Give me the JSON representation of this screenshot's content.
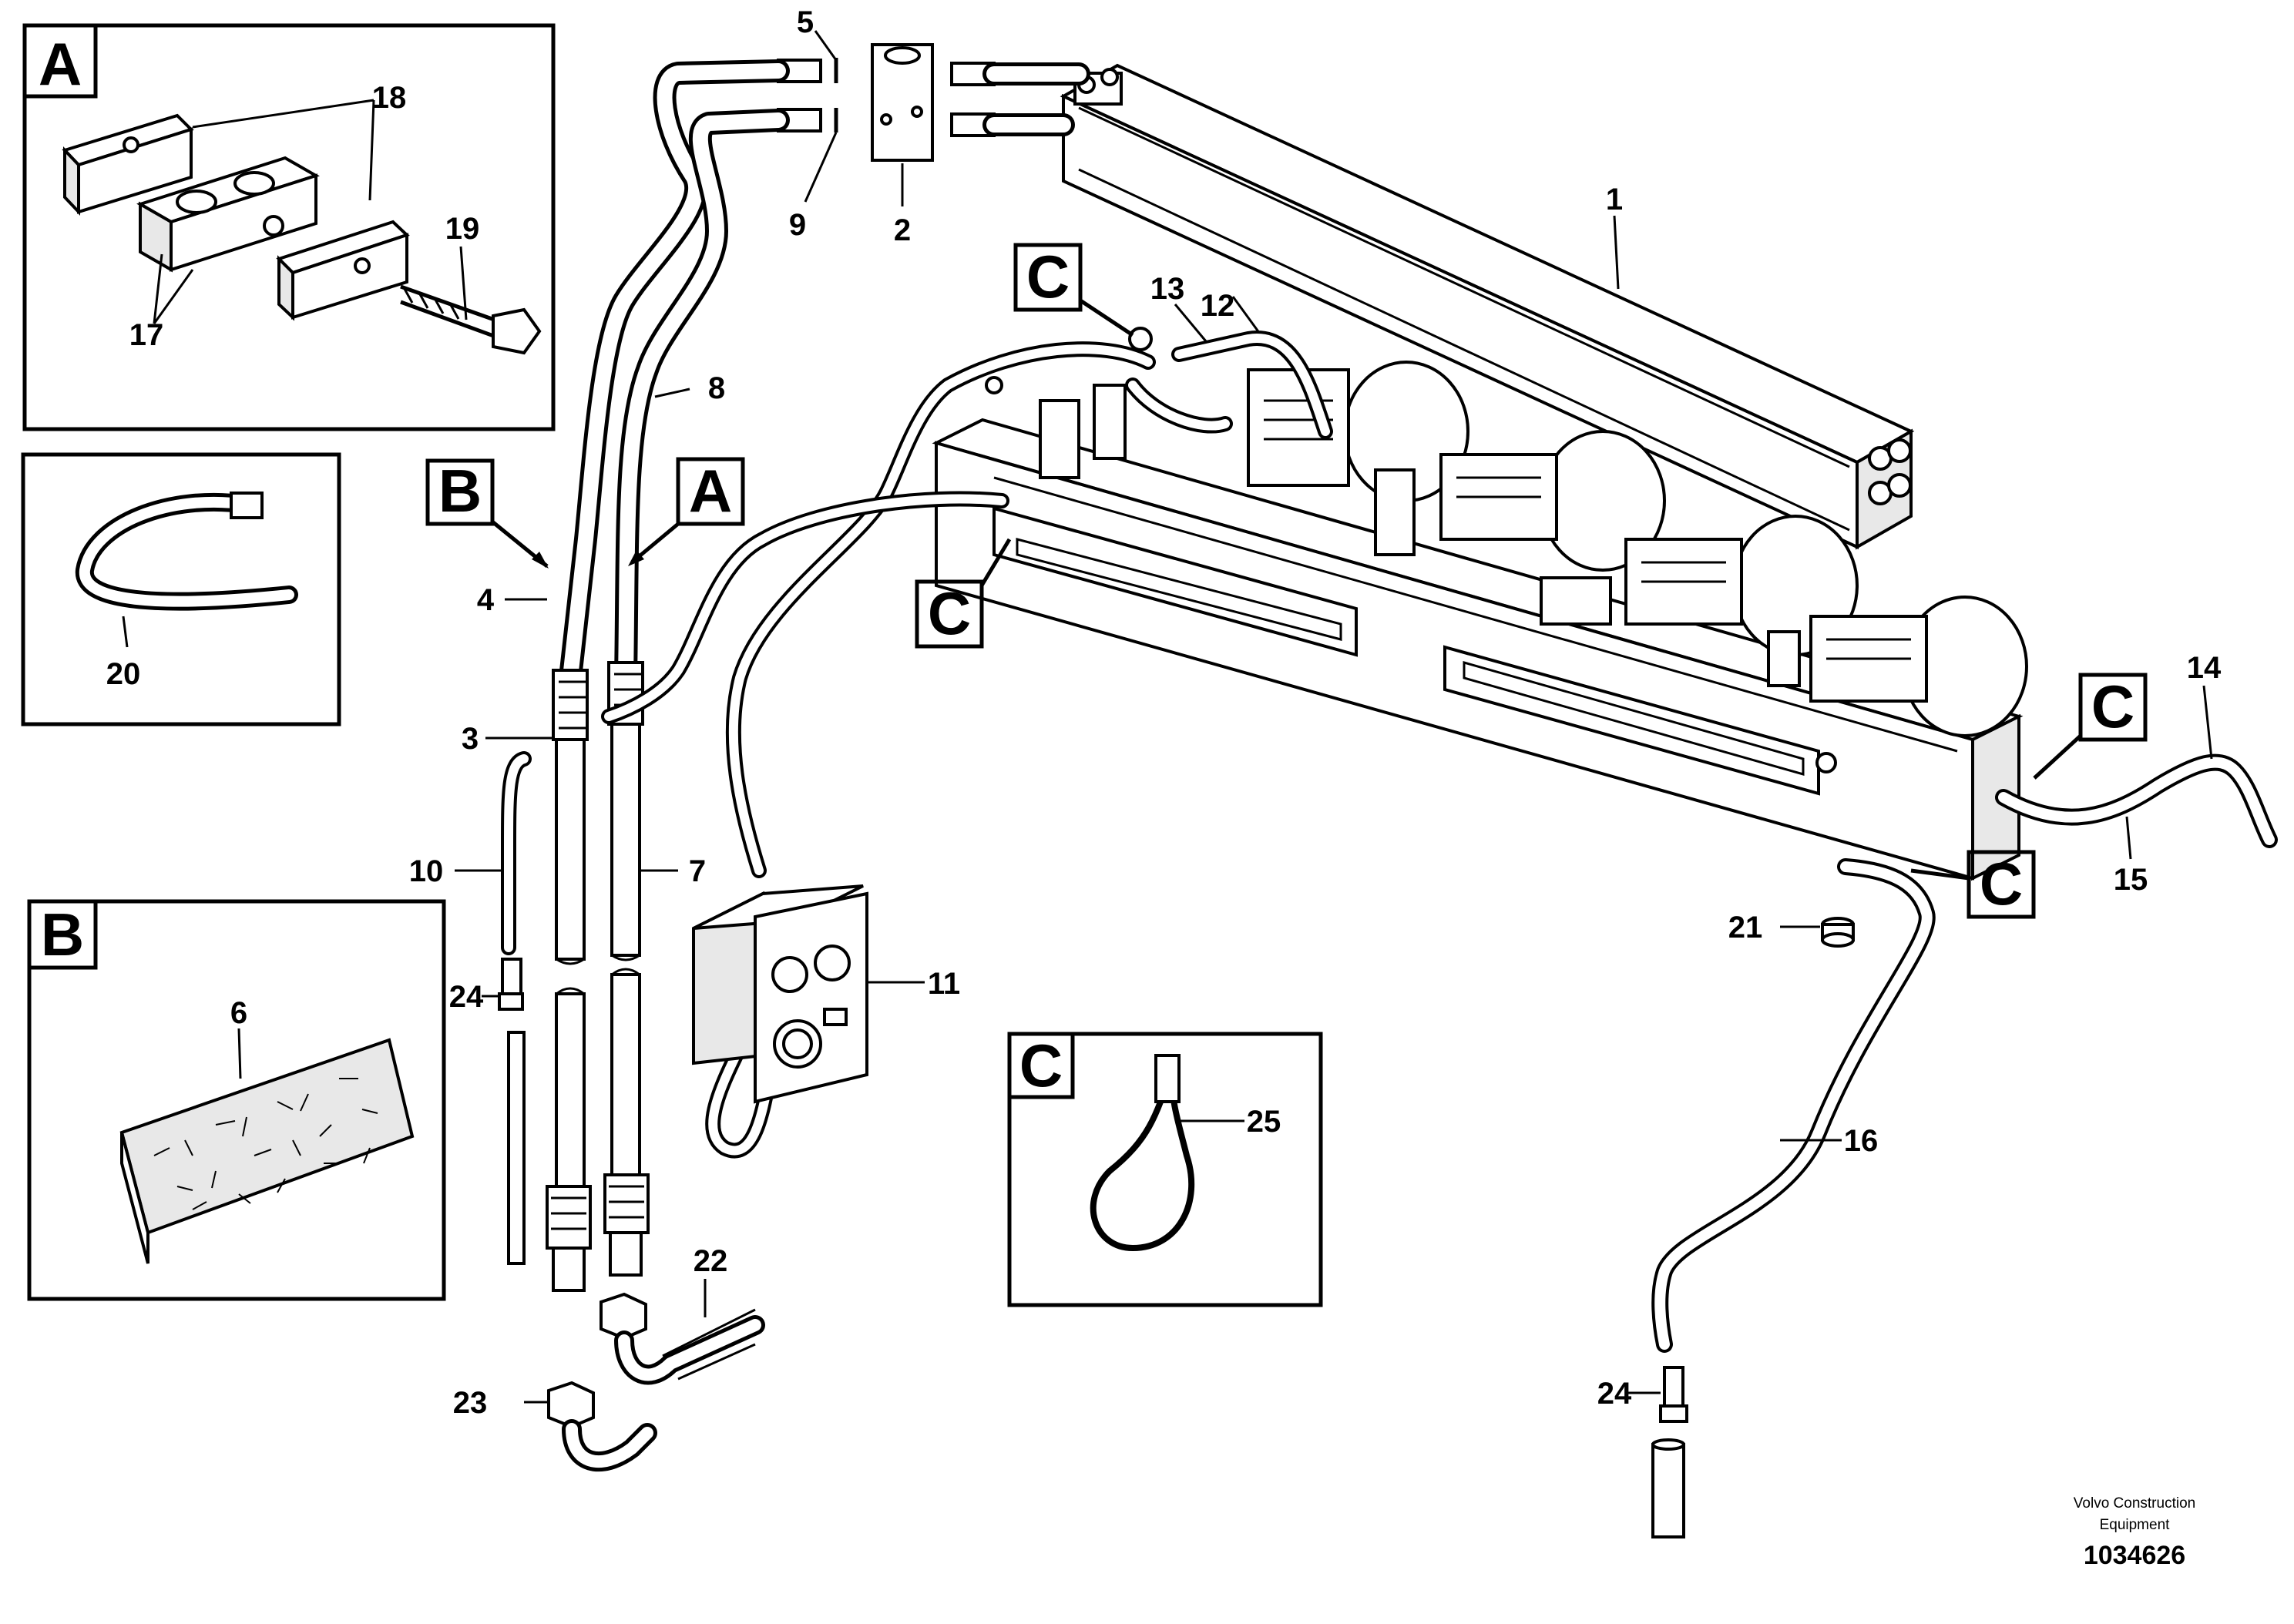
{
  "callouts": [
    {
      "id": "c1",
      "text": "1"
    },
    {
      "id": "c2",
      "text": "2"
    },
    {
      "id": "c3",
      "text": "3"
    },
    {
      "id": "c4",
      "text": "4"
    },
    {
      "id": "c5",
      "text": "5"
    },
    {
      "id": "c6",
      "text": "6"
    },
    {
      "id": "c7",
      "text": "7"
    },
    {
      "id": "c8",
      "text": "8"
    },
    {
      "id": "c9",
      "text": "9"
    },
    {
      "id": "c10",
      "text": "10"
    },
    {
      "id": "c11",
      "text": "11"
    },
    {
      "id": "c12",
      "text": "12"
    },
    {
      "id": "c13",
      "text": "13"
    },
    {
      "id": "c14",
      "text": "14"
    },
    {
      "id": "c15",
      "text": "15"
    },
    {
      "id": "c16",
      "text": "16"
    },
    {
      "id": "c17",
      "text": "17"
    },
    {
      "id": "c18",
      "text": "18"
    },
    {
      "id": "c19",
      "text": "19"
    },
    {
      "id": "c20",
      "text": "20"
    },
    {
      "id": "c21",
      "text": "21"
    },
    {
      "id": "c22",
      "text": "22"
    },
    {
      "id": "c23",
      "text": "23"
    },
    {
      "id": "c24a",
      "text": "24"
    },
    {
      "id": "c24b",
      "text": "24"
    },
    {
      "id": "c25",
      "text": "25"
    }
  ],
  "detail_letters": {
    "a": "A",
    "b": "B",
    "c": "C"
  },
  "credit": {
    "line1": "Volvo Construction",
    "line2": "Equipment",
    "doc_number": "1034626"
  }
}
